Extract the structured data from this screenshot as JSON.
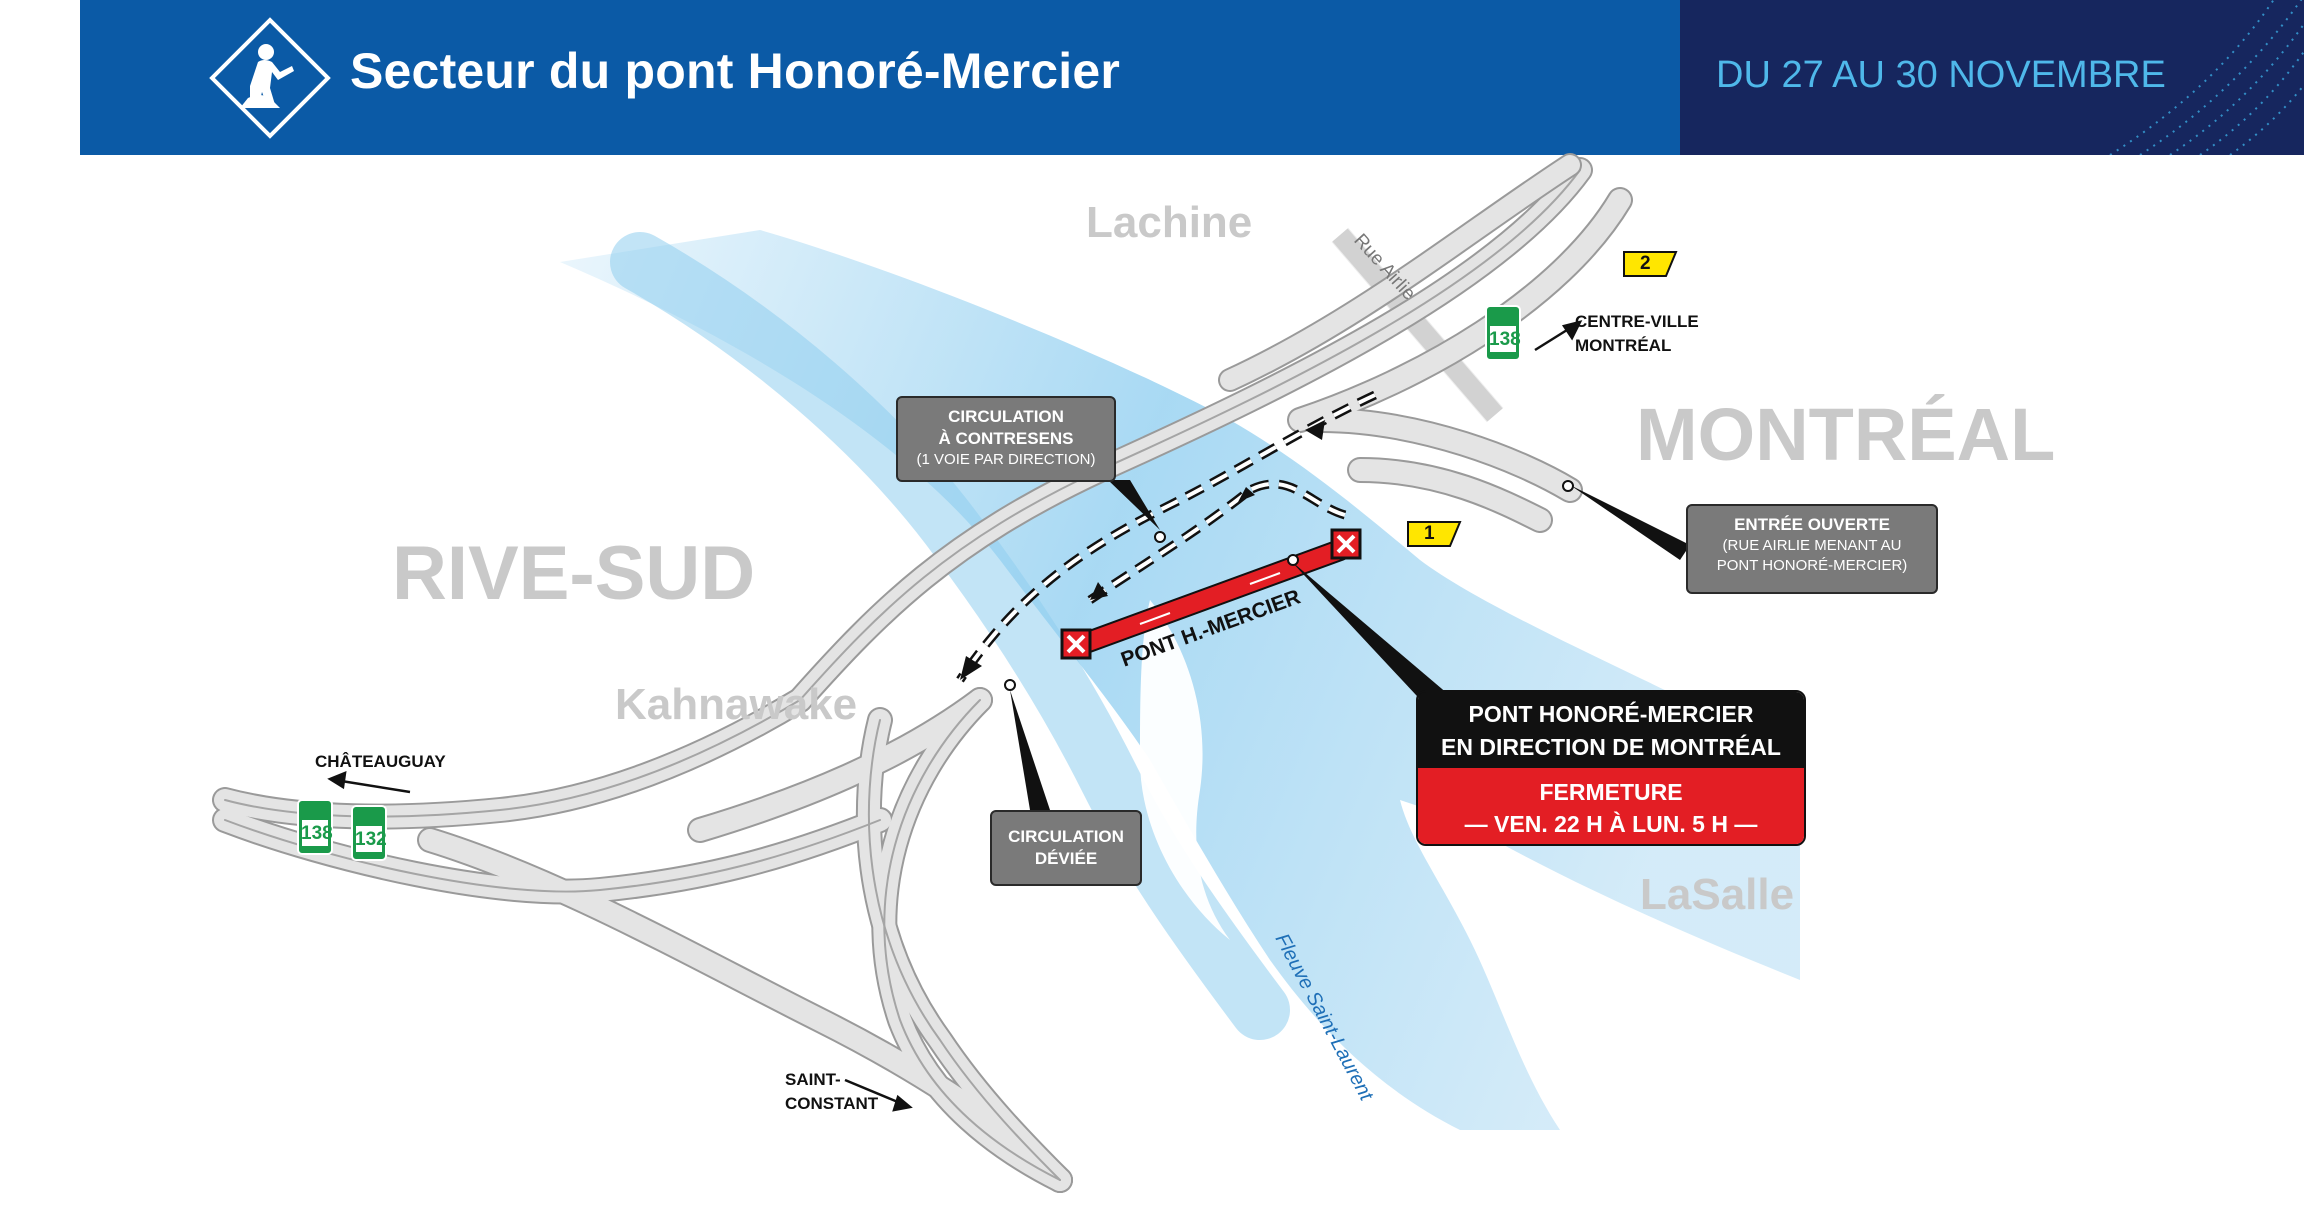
{
  "header": {
    "title": "Secteur du pont Honoré-Mercier",
    "dates": "DU 27 AU 30 NOVEMBRE",
    "icon": "roadwork-worker-icon",
    "colors": {
      "banner": "#0b5aa6",
      "dates_panel": "#16265e",
      "dates_text": "#4fb8ea"
    }
  },
  "places": {
    "lachine": "Lachine",
    "montreal": "MONTRÉAL",
    "rive_sud": "RIVE-SUD",
    "kahnawake": "Kahnawake",
    "lasalle": "LaSalle",
    "river": "Fleuve Saint-Laurent",
    "street": "Rue Airlie"
  },
  "directions": {
    "centre_ville_1": "CENTRE-VILLE",
    "centre_ville_2": "MONTRÉAL",
    "chateauguay": "CHÂTEAUGUAY",
    "saint_constant_1": "SAINT-",
    "saint_constant_2": "CONSTANT"
  },
  "bridge_label": "PONT H.-MERCIER",
  "shields": {
    "route_138": "138",
    "route_132": "132",
    "exit_1": "1",
    "exit_2": "2",
    "color": "#1a9a4a"
  },
  "callouts": {
    "contresens": {
      "line1": "CIRCULATION",
      "line2": "À CONTRESENS",
      "line3": "(1 VOIE PAR DIRECTION)"
    },
    "entree": {
      "line1": "ENTRÉE OUVERTE",
      "line2": "(RUE AIRLIE MENANT AU",
      "line3": "PONT HONORÉ-MERCIER)"
    },
    "deviee": {
      "line1": "CIRCULATION",
      "line2": "DÉVIÉE"
    }
  },
  "closure": {
    "title1": "PONT HONORÉ-MERCIER",
    "title2": "EN DIRECTION DE MONTRÉAL",
    "status": "FERMETURE",
    "when": "— VEN. 22 H À LUN. 5 H —",
    "color": "#e31e24"
  }
}
